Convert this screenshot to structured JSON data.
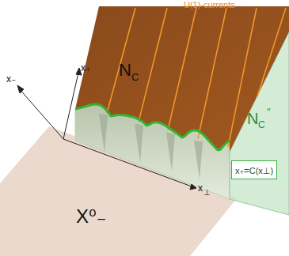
{
  "diagram": {
    "nodes": [
      {
        "text": [
          "x₊=C(x⊥)"
        ]
      }
    ],
    "labels": [
      "U(1)-currents",
      "N",
      "C",
      "N",
      "C",
      "′′",
      "x₋",
      "x₊",
      "x",
      "⊥",
      "X⁰₋"
    ]
  }
}
